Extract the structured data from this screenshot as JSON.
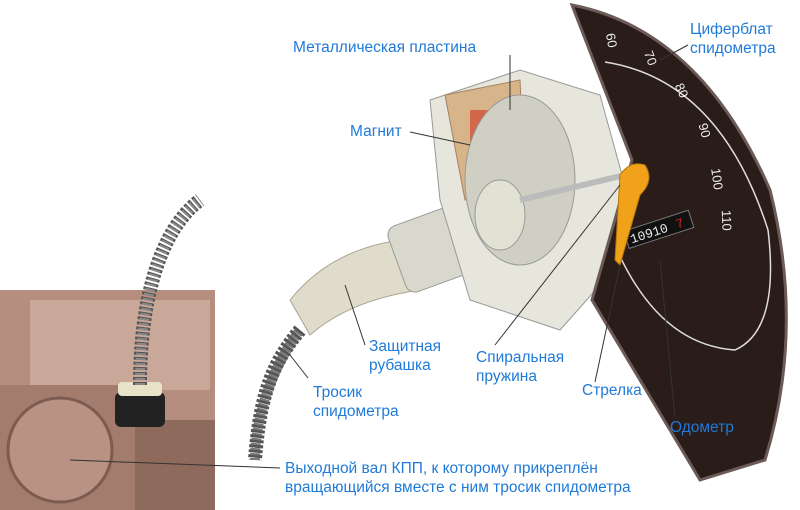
{
  "labels": {
    "metal_plate": "Металлическая пластина",
    "dial": [
      "Циферблат",
      "спидометра"
    ],
    "magnet": "Магнит",
    "jacket": [
      "Защитная",
      "рубашка"
    ],
    "spring": [
      "Спиральная",
      "пружина"
    ],
    "cable": [
      "Тросик",
      "спидометра"
    ],
    "needle": "Стрелка",
    "odometer": "Одометр",
    "shaft": [
      "Выходной вал КПП, к которому прикреплён",
      "вращающийся вместе с ним тросик спидометра"
    ]
  },
  "dial_numbers": [
    "60",
    "70",
    "80",
    "90",
    "100",
    "110"
  ],
  "odometer_reading": {
    "digits": "10910",
    "last_digit": "7"
  },
  "colors": {
    "label": "#1f7ad8",
    "dial": "#2a1c18",
    "needle": "#f0a21a",
    "odometer_red": "#d02020"
  }
}
